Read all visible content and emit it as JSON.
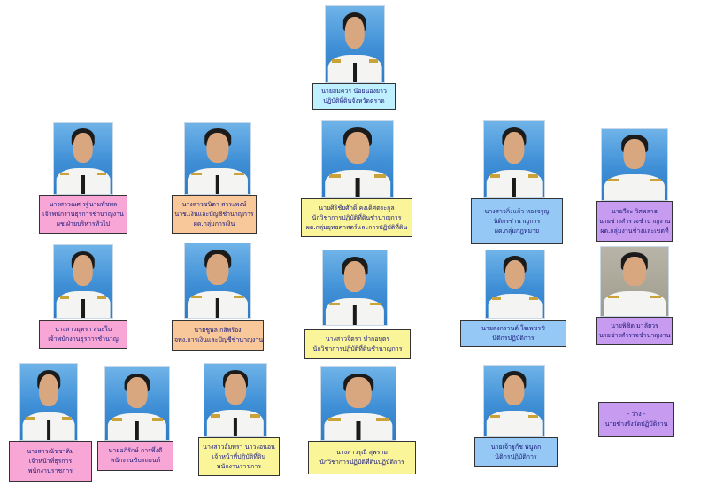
{
  "people": [
    {
      "id": "chief",
      "lines": [
        "นายสมควร น้อยนองยาว",
        "ปฏิบัติที่ดินจังหวัดตราด"
      ],
      "color": "cyan"
    },
    {
      "id": "r1c1",
      "lines": [
        "นางสาวณศ รฐ์นามพัชพล",
        "เจ้าพนักงานธุรการชำนาญงาน",
        "ผช.ฝ่ายบริหารทั่วไป"
      ],
      "color": "pink"
    },
    {
      "id": "r1c2",
      "lines": [
        "นางสาวชนิตา สาระพงษ์",
        "นวช.เงินและบัญชีชำนาญการ",
        "ผด.กลุ่มการเงิน"
      ],
      "color": "orange"
    },
    {
      "id": "r1c3",
      "lines": [
        "นายศิริชัยศักดิ์ คงเดิศตระกูล",
        "นักวิชาการปฏิบัติที่ดินชำนาญการ",
        "ผด.กลุ่มยุทธศาสตร์และการปฏิบัติที่ดิน"
      ],
      "color": "yellow"
    },
    {
      "id": "r1c4",
      "lines": [
        "นางสาวกิ่งแก้ว ทองจรูญ",
        "นิติกรชำนาญการ",
        "ผด.กลุ่มกฎหมาย"
      ],
      "color": "blue"
    },
    {
      "id": "r1c5",
      "lines": [
        "นายวีระ วิศพลาธ",
        "นายช่างสำรวจชำนาญงาน",
        "ผด.กลุ่มงานช่างและเขตที่"
      ],
      "color": "purple"
    },
    {
      "id": "r2c1",
      "lines": [
        "นางสาวมุทรา สุนะใบ",
        "เจ้าพนักงานธุรการชำนาญ"
      ],
      "color": "pink"
    },
    {
      "id": "r2c2",
      "lines": [
        "นายชูพล กสิพร้อง",
        "จพง.การเงินและบัญชีชำนาญงาน"
      ],
      "color": "orange"
    },
    {
      "id": "r2c3",
      "lines": [
        "นางสาวจิตรา บำกอบุตร",
        "นักวิชาการปฏิบัติที่ดินชำนาญการ"
      ],
      "color": "yellow"
    },
    {
      "id": "r2c4",
      "lines": [
        "นายสงกรานต์ ใจเพชรชิ",
        "นิติกรปฏิบัติการ"
      ],
      "color": "blue"
    },
    {
      "id": "r2c5",
      "lines": [
        "นายพิชิต มาลัยวร",
        "นายช่างสำรวจชำนาญงาน"
      ],
      "color": "purple"
    },
    {
      "id": "r3c1",
      "lines": [
        "นางสาวณัชชาติม",
        "เจ้าหน้าที่ธุรการ",
        "พนักงานราชการ"
      ],
      "color": "pink"
    },
    {
      "id": "r3c2",
      "lines": [
        "นายอภิรักษ์ การพึ่งดี",
        "พนักงานขับรถยนต์"
      ],
      "color": "pink"
    },
    {
      "id": "r3c3",
      "lines": [
        "นางสาวอัมพรา นาวงอนอน",
        "เจ้าหน้าที่ปฏิบัติที่ดิน",
        "พนักงานราชการ"
      ],
      "color": "yellow"
    },
    {
      "id": "r3c4",
      "lines": [
        "นางสาวรุณี สุพราม",
        "นักวิชาการปฏิบัติที่ดินปฏิบัติการ"
      ],
      "color": "yellow"
    },
    {
      "id": "r3c5",
      "lines": [
        "นายเจ้าฐกัช พนูดก",
        "นิติกรปฏิบัติการ"
      ],
      "color": "blue"
    },
    {
      "id": "vacant",
      "lines": [
        "- ว่าง -",
        "นายช่างรังวัดปฏิบัติงาน"
      ],
      "color": "purple"
    }
  ],
  "colors": {
    "cyan": "#bff0ff",
    "pink": "#f7a6d6",
    "orange": "#f8c89a",
    "yellow": "#fbf59a",
    "blue": "#96c8f5",
    "purple": "#c79bf0"
  }
}
